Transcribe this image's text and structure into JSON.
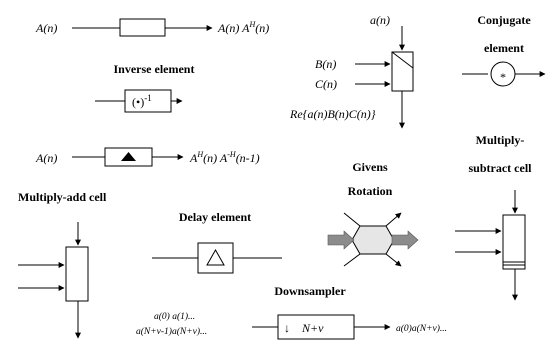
{
  "delay_io": {
    "input": "A(n)",
    "output": "A(n) A",
    "output_sup": "H",
    "output_tail": "(n)"
  },
  "givens_block": {
    "input_a": "a(n)",
    "input_b": "B(n)",
    "input_c": "C(n)",
    "output": "Re{a(n)B(n)C(n)}"
  },
  "conjugate": {
    "label_line1": "Conjugate",
    "label_line2": "element",
    "symbol": "*"
  },
  "inverse": {
    "label": "Inverse element",
    "symbol": "(•)",
    "symbol_sup": "-1"
  },
  "triangle_row": {
    "input": "A(n)",
    "output_a": "A",
    "output_a_sup": "H",
    "output_b": "(n) A",
    "output_b_sup": "-H",
    "output_c": "(n-1)"
  },
  "givens_rotation": {
    "label_line1": "Givens",
    "label_line2": "Rotation"
  },
  "multiply_subtract": {
    "label_line1": "Multiply-",
    "label_line2": "subtract cell"
  },
  "multiply_add": {
    "label": "Multiply-add  cell"
  },
  "delay_element": {
    "label": "Delay  element"
  },
  "downsampler": {
    "label": "Downsampler",
    "input_line1": "a(0)  a(1)...",
    "input_line2": "a(N+v-1)a(N+v)...",
    "symbol": "↓",
    "factor": "N+v",
    "output": "a(0)a(N+v)..."
  }
}
